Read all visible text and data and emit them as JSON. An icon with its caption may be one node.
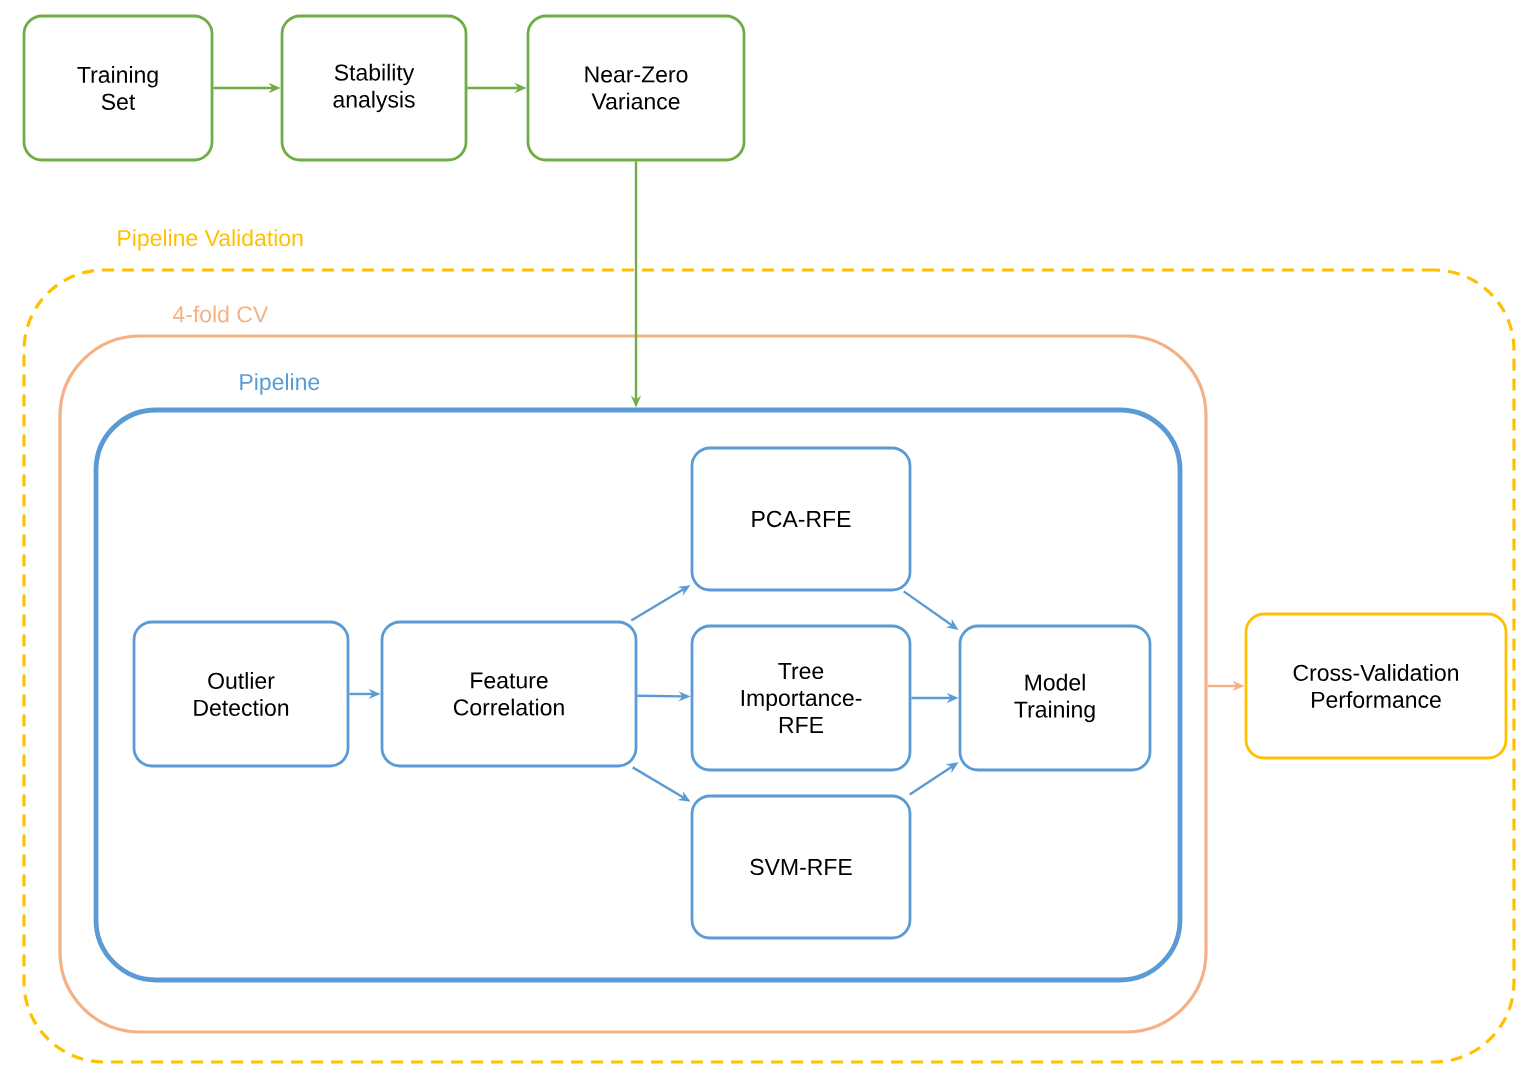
{
  "diagram": {
    "nodes": [
      {
        "text": [
          "Training Set"
        ]
      },
      {
        "text": [
          "Stability analysis"
        ]
      },
      {
        "text": [
          "Near-Zero Variance"
        ]
      },
      {
        "text": [
          "Pipeline Validation"
        ]
      },
      {
        "text": [
          "4-fold CV"
        ],
        "in": 3
      },
      {
        "text": [
          "Pipeline"
        ],
        "in": 4
      },
      {
        "text": [
          "Outlier Detection"
        ],
        "in": 5
      },
      {
        "text": [
          "Feature Correlation"
        ],
        "in": 5
      },
      {
        "text": [
          "PCA-RFE"
        ],
        "in": 5
      },
      {
        "text": [
          "Tree Importance-RFE"
        ],
        "in": 5
      },
      {
        "text": [
          "SVM-RFE"
        ],
        "in": 5
      },
      {
        "text": [
          "Model Training"
        ],
        "in": 5
      },
      {
        "text": [
          "Cross-Validation Performance"
        ],
        "in": 3
      }
    ],
    "edges": [
      {
        "from": 0,
        "to": 1,
        "arrow": "to",
        "color": "#70ad47"
      },
      {
        "from": 1,
        "to": 2,
        "arrow": "to",
        "color": "#70ad47"
      },
      {
        "from": 2,
        "to": 5,
        "arrow": "to",
        "color": "#70ad47"
      },
      {
        "from": 6,
        "to": 7,
        "arrow": "to"
      },
      {
        "from": 7,
        "to": 8,
        "arrow": "to"
      },
      {
        "from": 7,
        "to": 9,
        "arrow": "to"
      },
      {
        "from": 7,
        "to": 10,
        "arrow": "to"
      },
      {
        "from": 8,
        "to": 11,
        "arrow": "to"
      },
      {
        "from": 9,
        "to": 11,
        "arrow": "to"
      },
      {
        "from": 10,
        "to": 11,
        "arrow": "to"
      },
      {
        "from": 4,
        "to": 12,
        "arrow": "to",
        "color": "#f4b183"
      }
    ]
  }
}
